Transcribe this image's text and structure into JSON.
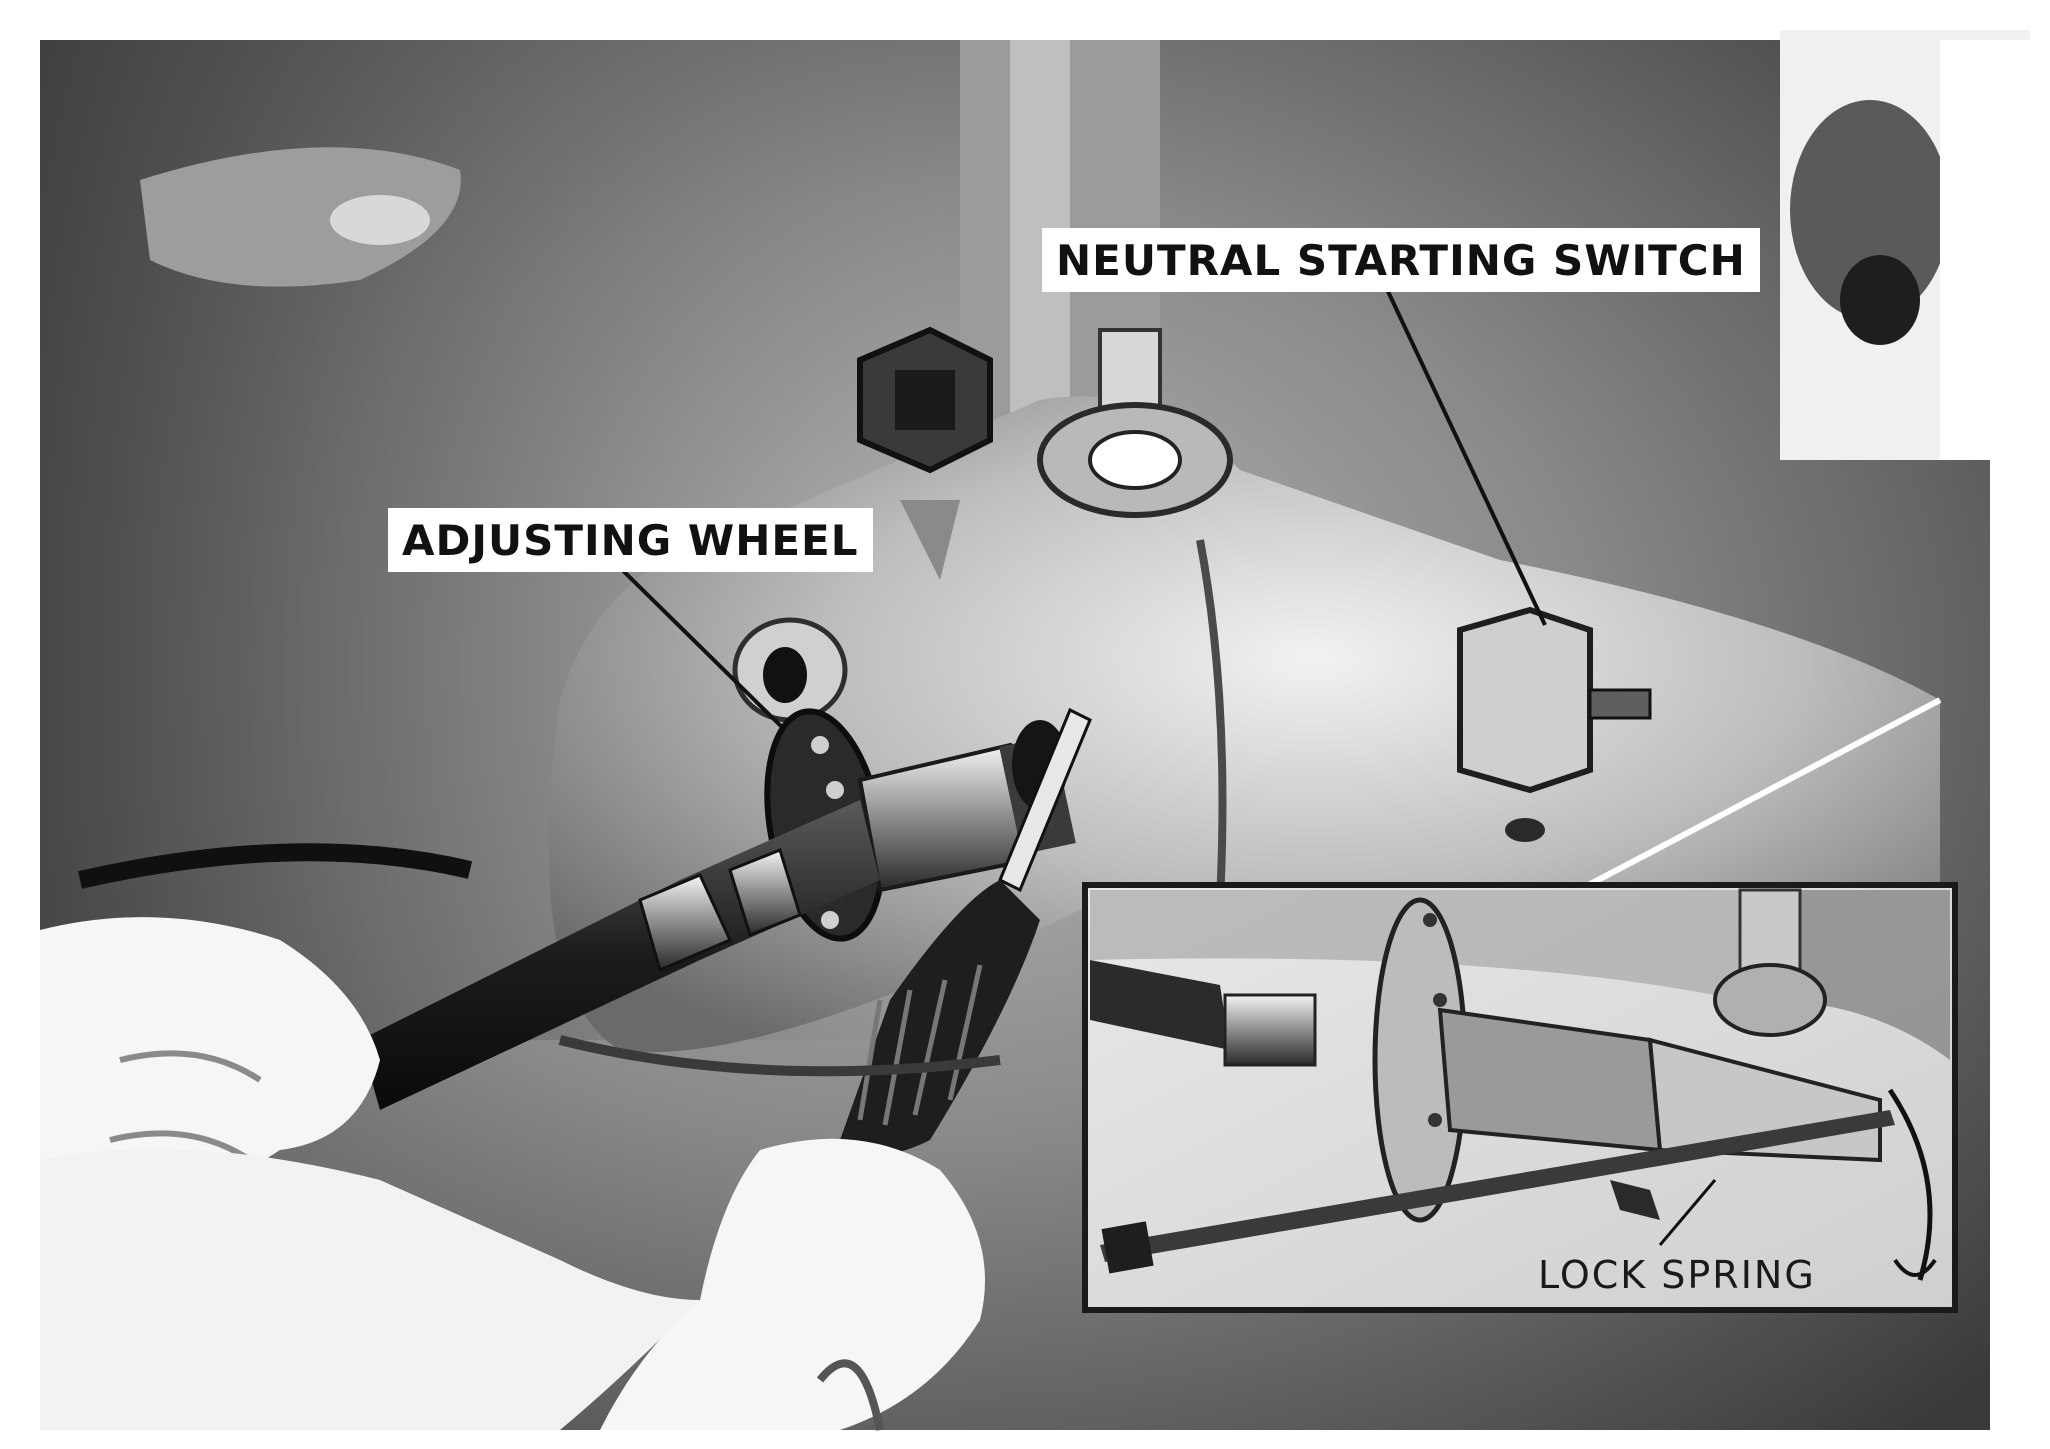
{
  "labels": {
    "neutral_starting_switch": "NEUTRAL STARTING SWITCH",
    "adjusting_wheel": "ADJUSTING WHEEL",
    "lock_spring": "LOCK SPRING"
  },
  "colors": {
    "paper": "#ffffff",
    "ink": "#111111"
  }
}
